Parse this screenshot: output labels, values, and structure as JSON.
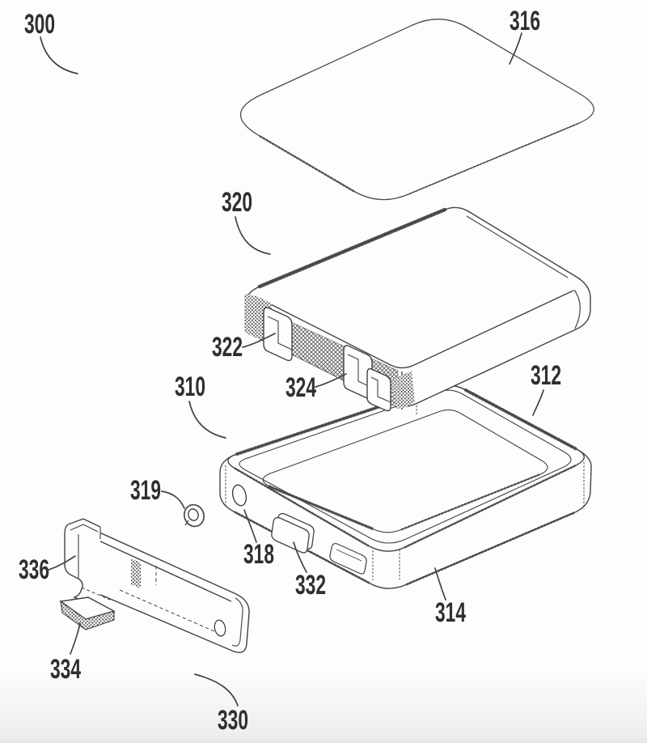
{
  "figure": {
    "background_color": "#fdfdfd",
    "line_color": "#424242",
    "label_color": "#2f2f2f"
  },
  "labels": {
    "assembly": "300",
    "tray": "310",
    "tray_rim": "312",
    "tray_wall": "314",
    "top_cover": "316",
    "tray_hole": "318",
    "grommet": "319",
    "battery": "320",
    "battery_tab_left": "322",
    "battery_tab_right": "324",
    "bracket": "330",
    "tray_button": "332",
    "bracket_hook": "334",
    "bracket_body": "336"
  }
}
